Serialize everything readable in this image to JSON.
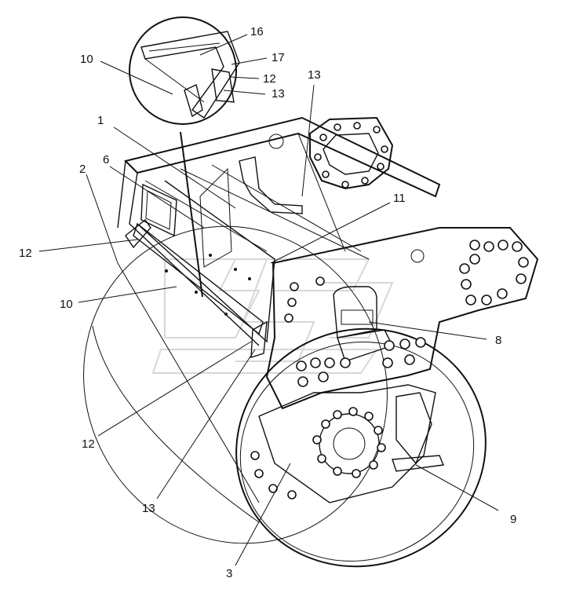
{
  "callouts": {
    "c1": "1",
    "c2": "2",
    "c3": "3",
    "c6": "6",
    "c8": "8",
    "c9": "9",
    "c10_top": "10",
    "c10_left": "10",
    "c11": "11",
    "c12_detail": "12",
    "c12_left": "12",
    "c12_bottom": "12",
    "c13_detail": "13",
    "c13_top": "13",
    "c13_bottom": "13",
    "c16": "16",
    "c17": "17"
  }
}
